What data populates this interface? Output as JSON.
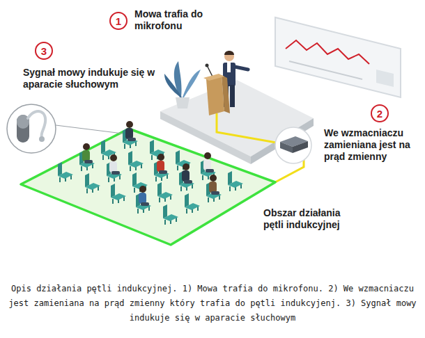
{
  "diagram": {
    "caption": "Opis działania pętli indukcyjnej. 1) Mowa trafia do mikrofonu. 2) We wzmacniaczu jest zamieniana na prąd zmienny który trafia do pętli indukcyjenj. 3) Sygnał mowy indukuje się w aparacie słuchowym",
    "nodes": [
      {
        "text": [
          "1"
        ]
      },
      {
        "text": [
          "2"
        ]
      },
      {
        "text": [
          "3"
        ]
      }
    ],
    "labels": [
      "Mowa trafia do mikrofonu",
      "Sygnał mowy indukuje się w aparacie słuchowym",
      "We wzmacniaczu zamieniana jest na prąd zmienny",
      "Obszar działania pętli indukcyjnej"
    ]
  }
}
